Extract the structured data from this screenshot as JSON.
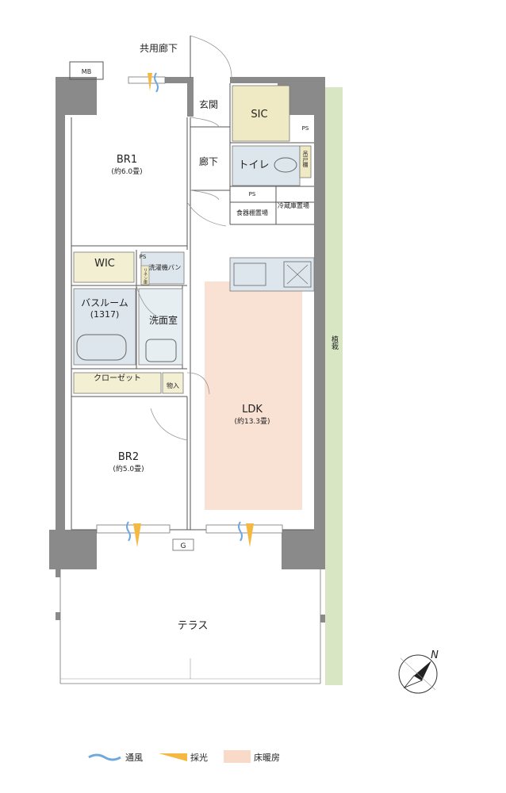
{
  "rooms": {
    "corridor_common": "共用廊下",
    "mb": "MB",
    "entrance": "玄関",
    "sic": "SIC",
    "ps1": "PS",
    "hallway": "廊下",
    "toilet": "トイレ",
    "hanging_shelf": "吊戸棚",
    "ps2": "PS",
    "pantry": "食器棚置場",
    "fridge": "冷蔵庫置場",
    "br1": "BR1",
    "br1_size": "(約6.0畳)",
    "wic": "WIC",
    "ps3": "PS",
    "washer": "洗濯機パン",
    "linen": "リネン庫",
    "bath": "バスルーム",
    "bath_size": "(1317)",
    "washroom": "洗面室",
    "closet": "クローゼット",
    "storage": "物入",
    "ldk": "LDK",
    "ldk_size": "(約13.3畳)",
    "br2": "BR2",
    "br2_size": "(約5.0畳)",
    "g": "G",
    "terrace": "テラス",
    "planting": "植栽"
  },
  "compass": {
    "north": "N"
  },
  "legend": [
    {
      "label": "通風",
      "color": "#6fa8dc"
    },
    {
      "label": "採光",
      "color": "#f5b942"
    },
    {
      "label": "床暖房",
      "color": "#f9d9c8"
    }
  ],
  "colors": {
    "floor_heating": "#f9e1d3",
    "wic_fill": "#f3efd3",
    "sic_fill": "#efe9c4",
    "wet_fill": "#dde6ec",
    "planting_fill": "#d8e6c3",
    "wall": "#8a8a8a"
  }
}
